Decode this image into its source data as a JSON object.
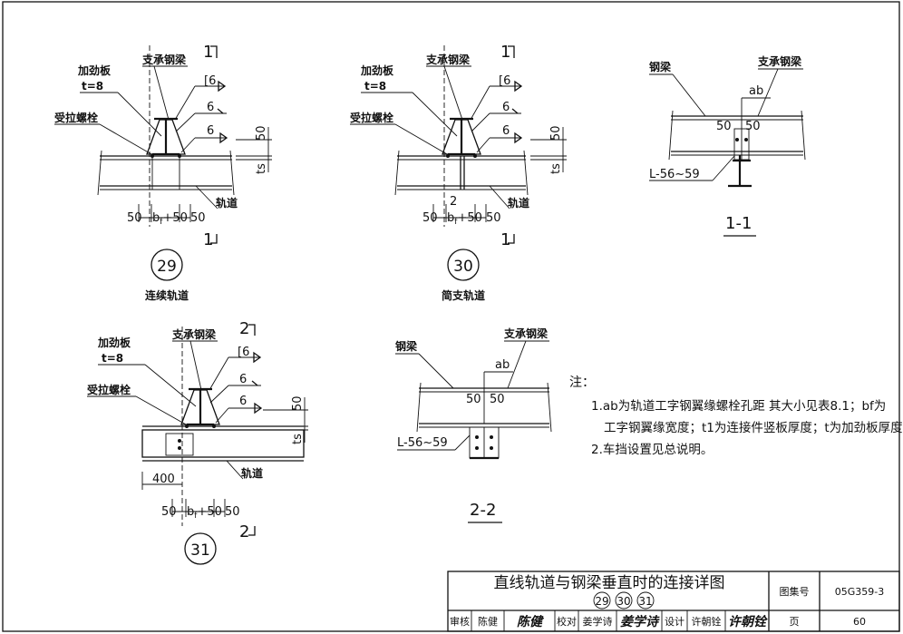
{
  "labels": {
    "stiffener": "加劲板",
    "stiffener_t": "t=8",
    "support_beam": "支承钢梁",
    "tension_bolt": "受拉螺栓",
    "rail": "轨道",
    "steel_beam": "钢梁",
    "angle": "L-56~59",
    "weld6": "6",
    "dim50": "50",
    "dim_bf": "50  bf+50  50",
    "dim_ts": "ts",
    "dim400": "400",
    "dim2": "2",
    "ab": "ab",
    "cut1": "1",
    "cut2": "2"
  },
  "details": {
    "d29": {
      "number": "29",
      "caption": "连续轨道"
    },
    "d30": {
      "number": "30",
      "caption": "简支轨道"
    },
    "d31": {
      "number": "31",
      "caption": ""
    },
    "s11": {
      "title": "1-1"
    },
    "s22": {
      "title": "2-2"
    }
  },
  "notes": {
    "head": "注：",
    "line1": "1.ab为轨道工字钢翼缘螺栓孔距 其大小见表8.1；bf为",
    "line2": "工字钢翼缘宽度；t1为连接件竖板厚度；t为加劲板厚度；",
    "line3": "2.车挡设置见总说明。"
  },
  "title_block": {
    "title": "直线轨道与钢梁垂直时的连接详图",
    "subnums": [
      "29",
      "30",
      "31"
    ],
    "atlas_label": "图集号",
    "atlas_no": "05G359-3",
    "page_label": "页",
    "page_no": "60",
    "review": "审核",
    "reviewer": "陈健",
    "reviewer_sig": "陈健",
    "check": "校对",
    "checker": "姜学诗",
    "checker_sig": "姜学诗",
    "design": "设计",
    "designer": "许朝铨",
    "designer_sig": "许朝铨"
  }
}
